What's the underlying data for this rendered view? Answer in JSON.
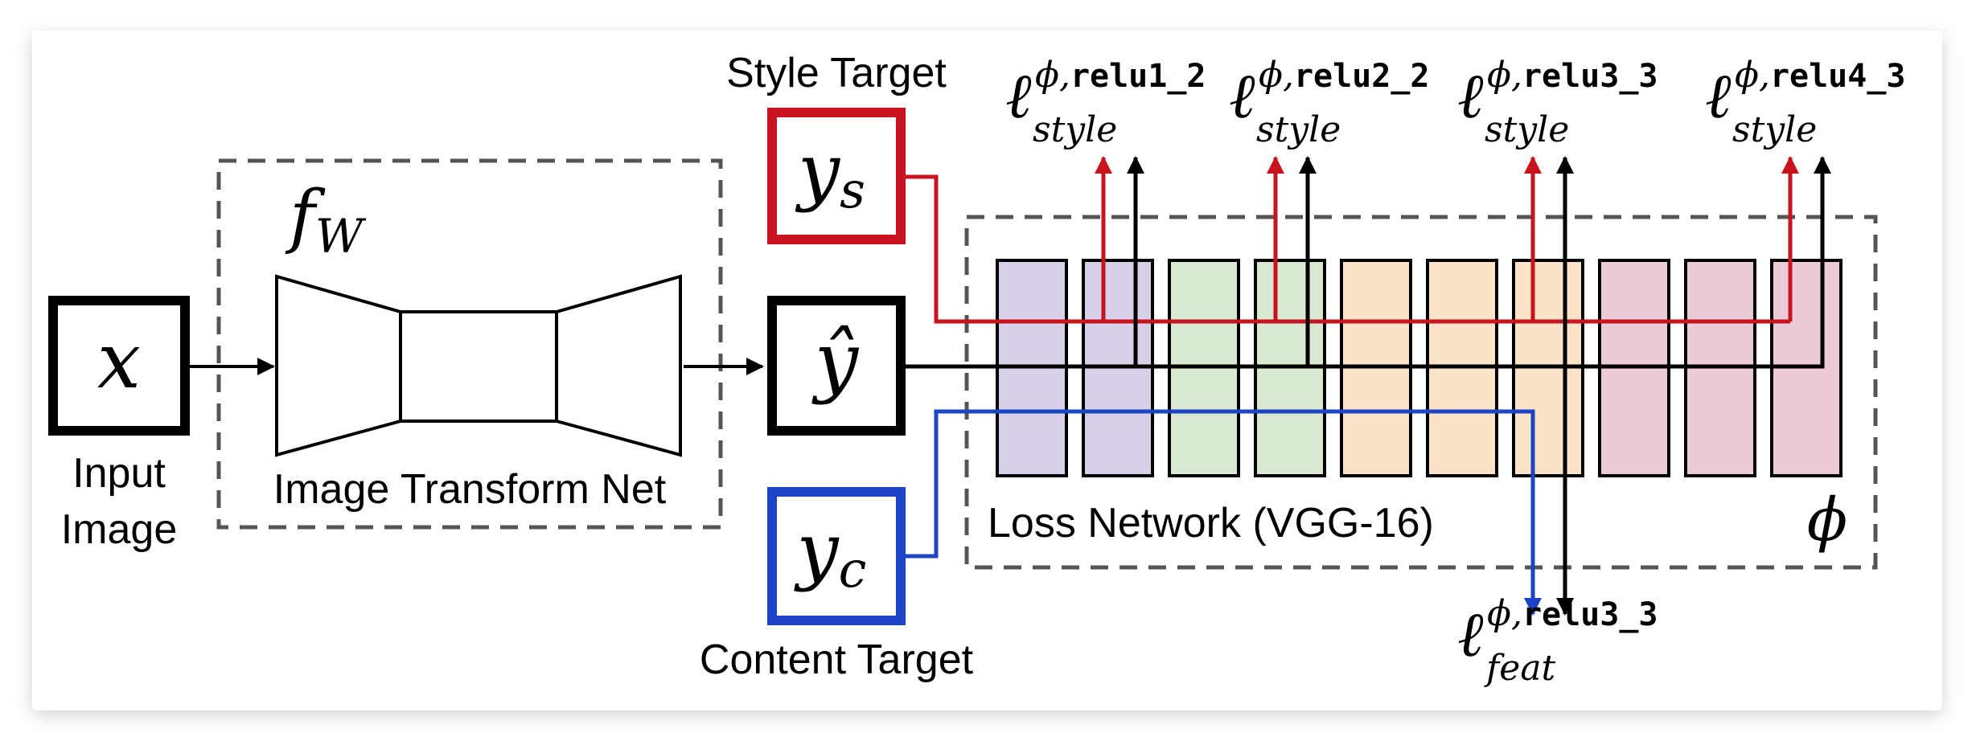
{
  "labels": {
    "style_target": "Style Target",
    "content_target": "Content Target",
    "input_image_line1": "Input",
    "input_image_line2": "Image",
    "image_transform_net": "Image Transform Net",
    "loss_network": "Loss Network (VGG-16)"
  },
  "symbols": {
    "x": "x",
    "y_hat": "ŷ",
    "y": "y",
    "ys_sub": "s",
    "yc_sub": "c",
    "f": "f",
    "f_sub": "W",
    "phi": "ϕ"
  },
  "losses": {
    "ell": "ℓ",
    "sup_prefix": "ϕ,",
    "style_sub": "style",
    "feat_sub": "feat",
    "style_layers": [
      "relu1_2",
      "relu2_2",
      "relu3_3",
      "relu4_3"
    ],
    "feat_layer": "relu3_3"
  },
  "vgg_blocks": [
    {
      "group": "conv1",
      "color": "#d8cfe9"
    },
    {
      "group": "conv1",
      "color": "#d8cfe9"
    },
    {
      "group": "conv2",
      "color": "#d7e9d1"
    },
    {
      "group": "conv2",
      "color": "#d7e9d1"
    },
    {
      "group": "conv3",
      "color": "#fbe3c9"
    },
    {
      "group": "conv3",
      "color": "#fbe3c9"
    },
    {
      "group": "conv3",
      "color": "#fbe3c9"
    },
    {
      "group": "conv4",
      "color": "#eccbd8"
    },
    {
      "group": "conv4",
      "color": "#eccbd8"
    },
    {
      "group": "conv4",
      "color": "#eccbd8"
    }
  ],
  "colors": {
    "style": "#c8141e",
    "content": "#1c44c4",
    "main": "#000000",
    "dashed": "#555555"
  }
}
